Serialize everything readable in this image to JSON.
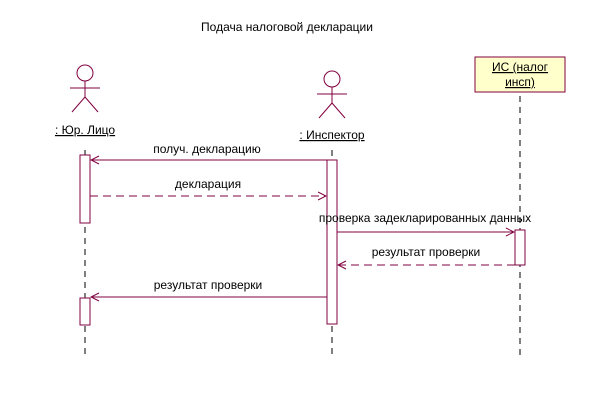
{
  "diagram": {
    "title": "Подача налоговой декларации",
    "participants": [
      {
        "id": "legal",
        "kind": "actor",
        "name": ": Юр. Лицо"
      },
      {
        "id": "inspector",
        "kind": "actor",
        "name": ": Инспектор"
      },
      {
        "id": "system",
        "kind": "object",
        "name_line1": "ИС (налог",
        "name_line2": "инсп)"
      }
    ],
    "messages": [
      {
        "id": "m1",
        "from": "inspector",
        "to": "legal",
        "kind": "call",
        "label": "получ. декларацию"
      },
      {
        "id": "m2",
        "from": "legal",
        "to": "inspector",
        "kind": "return",
        "label": "декларация"
      },
      {
        "id": "m3",
        "from": "inspector",
        "to": "system",
        "kind": "call",
        "label": "проверка задекларированных данных"
      },
      {
        "id": "m4",
        "from": "system",
        "to": "inspector",
        "kind": "return",
        "label": "результат проверки"
      },
      {
        "id": "m5",
        "from": "inspector",
        "to": "legal",
        "kind": "call",
        "label": "результат проверки"
      }
    ]
  },
  "colors": {
    "line": "#800040",
    "object_fill": "#FFFFCC",
    "text": "#000000"
  }
}
